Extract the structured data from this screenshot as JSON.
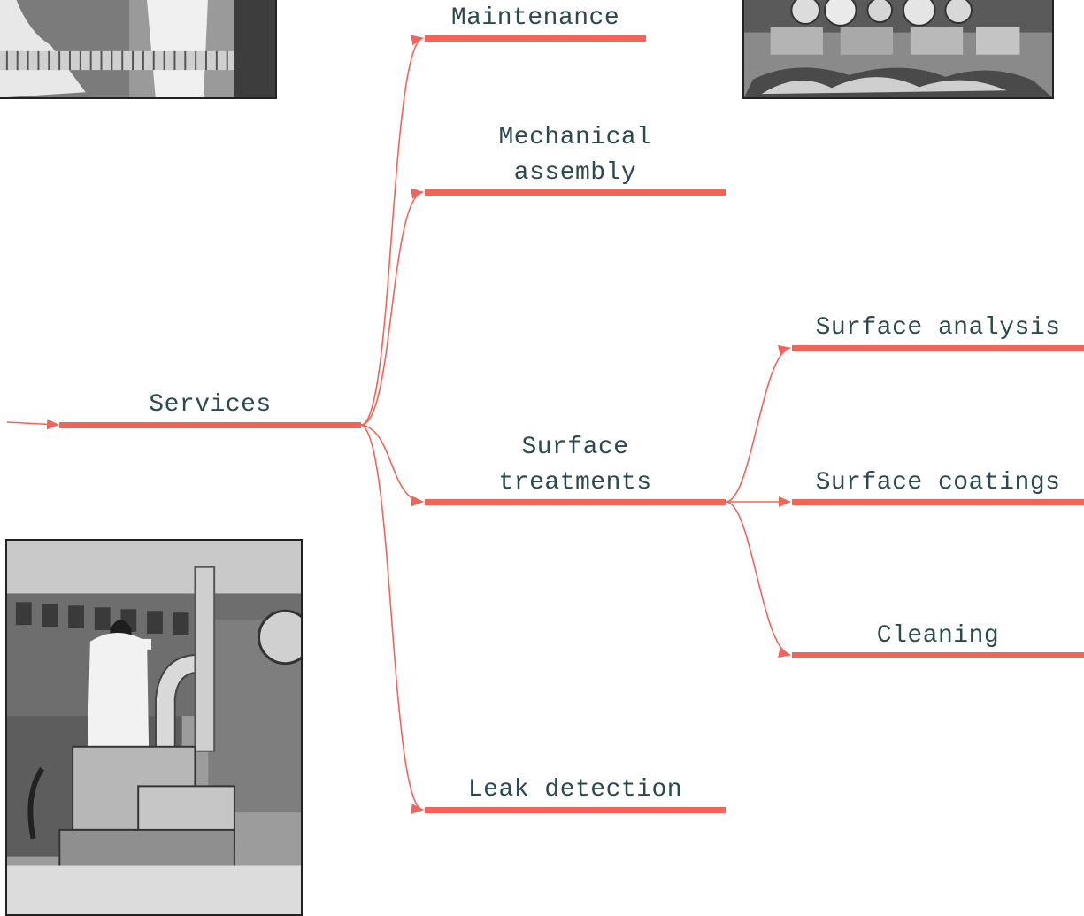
{
  "mindmap": {
    "root": {
      "label": "Services"
    },
    "branches": [
      {
        "id": "maintenance",
        "label": "Maintenance"
      },
      {
        "id": "mechanical-assembly",
        "label": "Mechanical\nassembly"
      },
      {
        "id": "surface-treatments",
        "label": "Surface\ntreatments",
        "children": [
          {
            "id": "surface-analysis",
            "label": "Surface analysis"
          },
          {
            "id": "surface-coatings",
            "label": "Surface coatings"
          },
          {
            "id": "cleaning",
            "label": "Cleaning"
          }
        ]
      },
      {
        "id": "leak-detection",
        "label": "Leak detection"
      }
    ],
    "colors": {
      "bar": "#f1645a",
      "connector": "#f1645a",
      "text": "#2b4a4f"
    }
  },
  "photos": {
    "top_left": {
      "subject": "technicians handling a corrugated bellows pipe"
    },
    "top_right": {
      "subject": "vacuum pumps and components on a workbench"
    },
    "bottom_left": {
      "subject": "technician operating a leak detection unit beside accelerator equipment"
    }
  }
}
